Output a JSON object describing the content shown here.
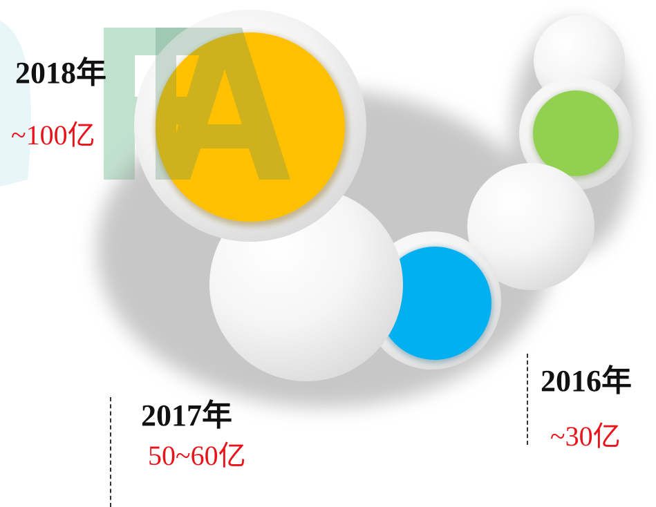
{
  "milestones": [
    {
      "year": "2018年",
      "amount": "~100亿"
    },
    {
      "year": "2017年",
      "amount": "50~60亿"
    },
    {
      "year": "2016年",
      "amount": "~30亿"
    }
  ],
  "colors": {
    "yellow": "#ffc000",
    "blue": "#00b0f0",
    "green": "#92d050",
    "text": "#111111",
    "amount": "#e8141c"
  }
}
